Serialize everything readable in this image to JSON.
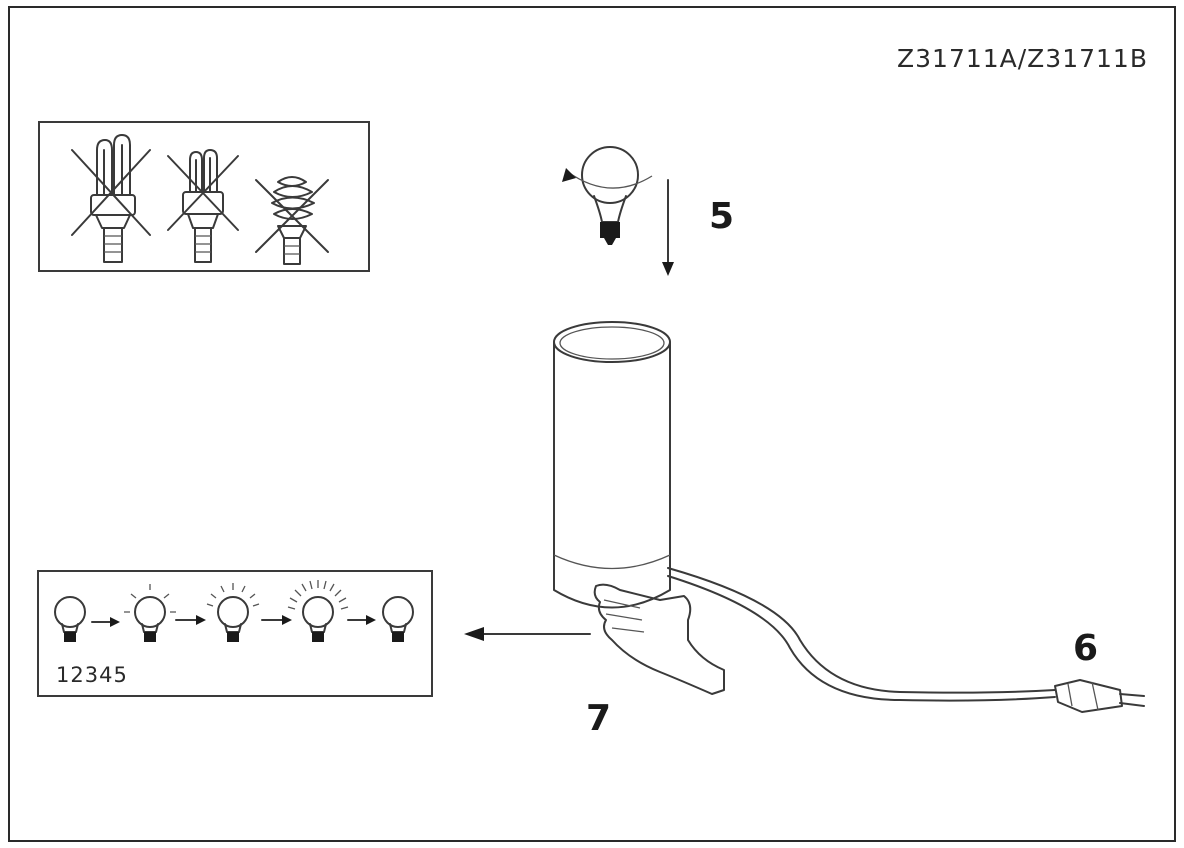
{
  "header": {
    "model_number": "Z31711A/Z31711B"
  },
  "forbidden_bulbs": {
    "items": [
      {
        "icon": "cfl-double-tube-bulb-crossed-icon"
      },
      {
        "icon": "cfl-small-tube-bulb-crossed-icon"
      },
      {
        "icon": "cfl-spiral-bulb-crossed-icon"
      }
    ]
  },
  "steps": {
    "insert_bulb": "5",
    "plug_in": "6",
    "touch_dim": "7"
  },
  "dimming_sequence": {
    "levels_label": "12345",
    "stages": [
      "off",
      "1",
      "2",
      "3",
      "off"
    ]
  },
  "colors": {
    "line": "#3a3a3a",
    "text": "#1a1a1a"
  }
}
